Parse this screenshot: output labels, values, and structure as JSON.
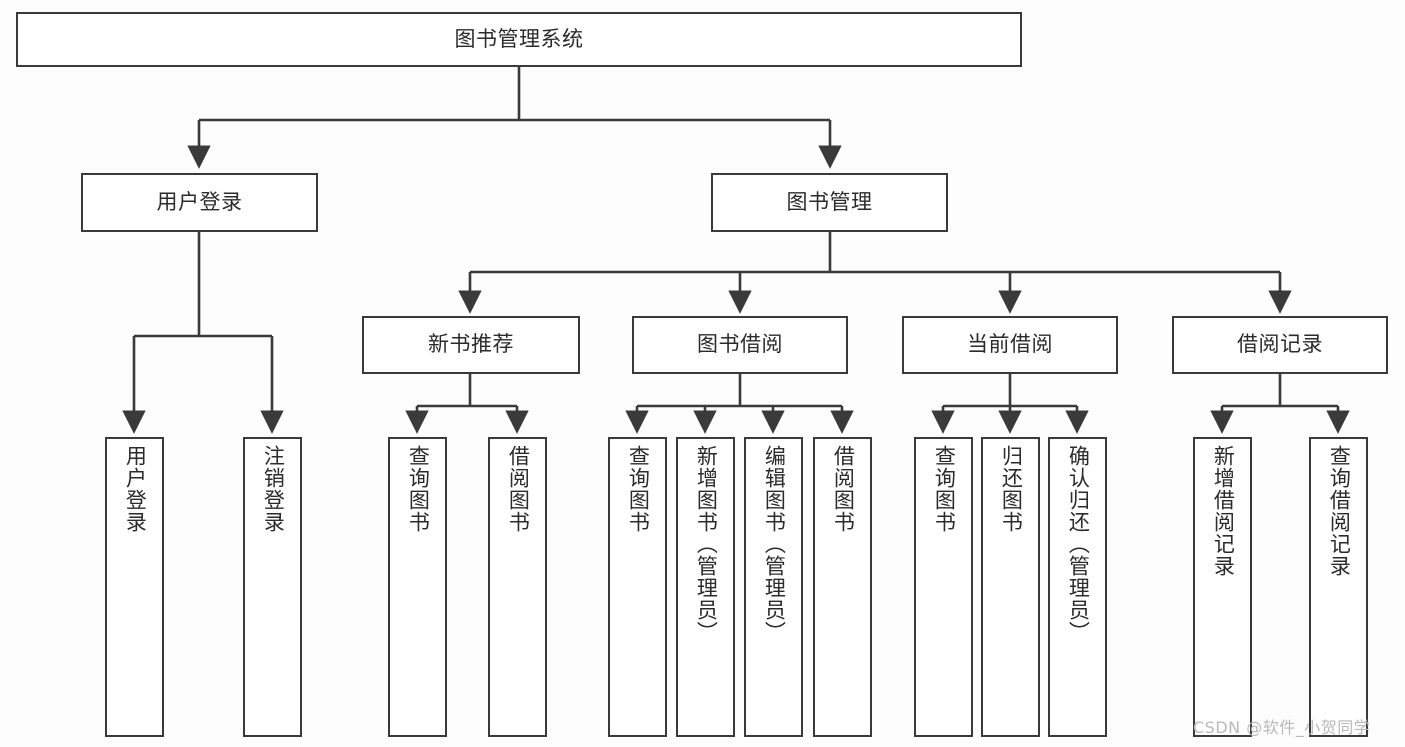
{
  "diagram": {
    "type": "hierarchy-tree",
    "title": "图书管理系统",
    "watermark": "CSDN @软件_小贺同学",
    "colors": {
      "background": "#fdfdfd",
      "node_fill": "#ffffff",
      "stroke": "#3a3a3a",
      "text": "#2b2b2b",
      "watermark": "#b9b9b9"
    },
    "root": {
      "label": "图书管理系统"
    },
    "level2": [
      {
        "label": "用户登录"
      },
      {
        "label": "图书管理"
      }
    ],
    "level3": [
      {
        "label": "新书推荐"
      },
      {
        "label": "图书借阅"
      },
      {
        "label": "当前借阅"
      },
      {
        "label": "借阅记录"
      }
    ],
    "leaves": {
      "user_login": [
        {
          "label": "用户登录"
        },
        {
          "label": "注销登录"
        }
      ],
      "new_book_recommend": [
        {
          "label": "查询图书"
        },
        {
          "label": "借阅图书"
        }
      ],
      "book_borrow": [
        {
          "label": "查询图书"
        },
        {
          "label": "新增图书（管理员）"
        },
        {
          "label": "编辑图书（管理员）"
        },
        {
          "label": "借阅图书"
        }
      ],
      "current_borrow": [
        {
          "label": "查询图书"
        },
        {
          "label": "归还图书"
        },
        {
          "label": "确认归还（管理员）"
        }
      ],
      "borrow_record": [
        {
          "label": "新增借阅记录"
        },
        {
          "label": "查询借阅记录"
        }
      ]
    }
  }
}
